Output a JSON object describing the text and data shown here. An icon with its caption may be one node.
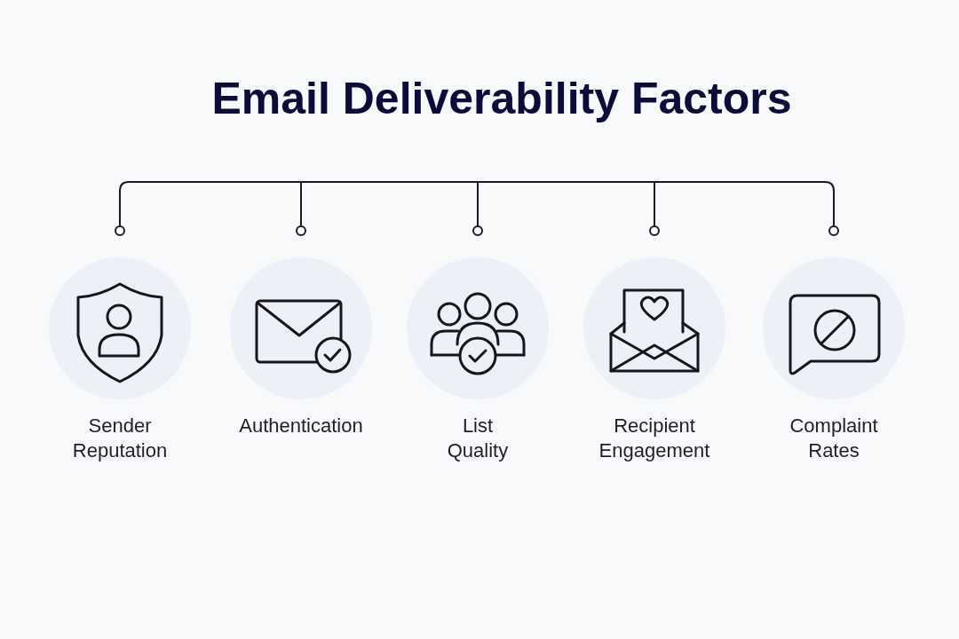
{
  "diagram": {
    "title": "Email Deliverability Factors",
    "nodes": [
      {
        "text": [
          "Sender Reputation"
        ]
      },
      {
        "text": [
          "Authentication"
        ]
      },
      {
        "text": [
          "List Quality"
        ]
      },
      {
        "text": [
          "Recipient Engagement"
        ]
      },
      {
        "text": [
          "Complaint Rates"
        ]
      }
    ]
  }
}
